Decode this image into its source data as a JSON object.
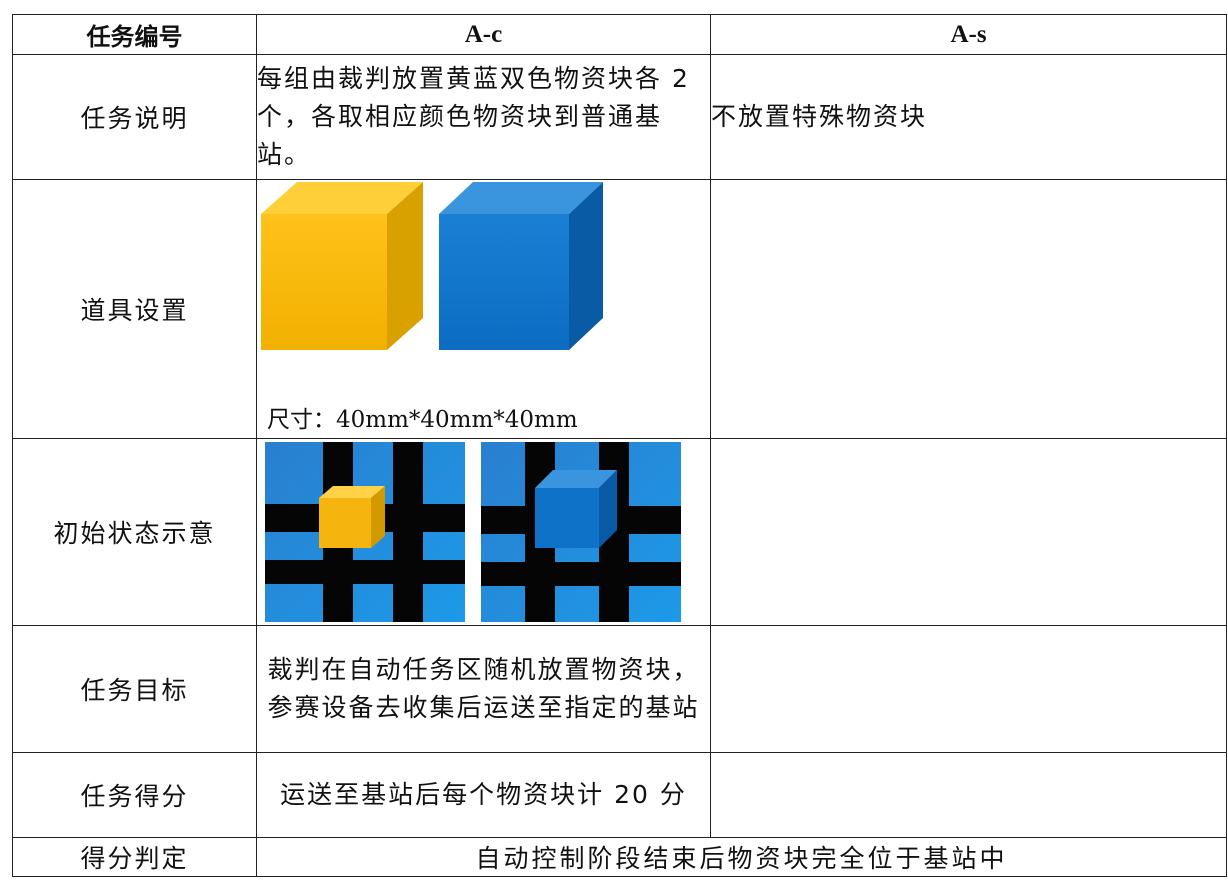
{
  "table": {
    "header": {
      "col1": "任务编号",
      "col2": "A-c",
      "col3": "A-s"
    },
    "rows": {
      "description": {
        "label": "任务说明",
        "ac": "每组由裁判放置黄蓝双色物资块各 2 个，各取相应颜色物资块到普通基站。",
        "as": "不放置特殊物资块"
      },
      "props": {
        "label": "道具设置",
        "dimension": "尺寸：40mm*40mm*40mm"
      },
      "initial": {
        "label": "初始状态示意"
      },
      "goal": {
        "label": "任务目标",
        "ac": "裁判在自动任务区随机放置物资块，参赛设备去收集后运送至指定的基站"
      },
      "score": {
        "label": "任务得分",
        "ac": "运送至基站后每个物资块计 20 分"
      },
      "judge": {
        "label": "得分判定",
        "value": "自动控制阶段结束后物资块完全位于基站中"
      }
    }
  },
  "colors": {
    "yellow": "#f5b50e",
    "blue": "#0d72c8",
    "field_blue": "#1f86d8",
    "field_black": "#050505"
  }
}
